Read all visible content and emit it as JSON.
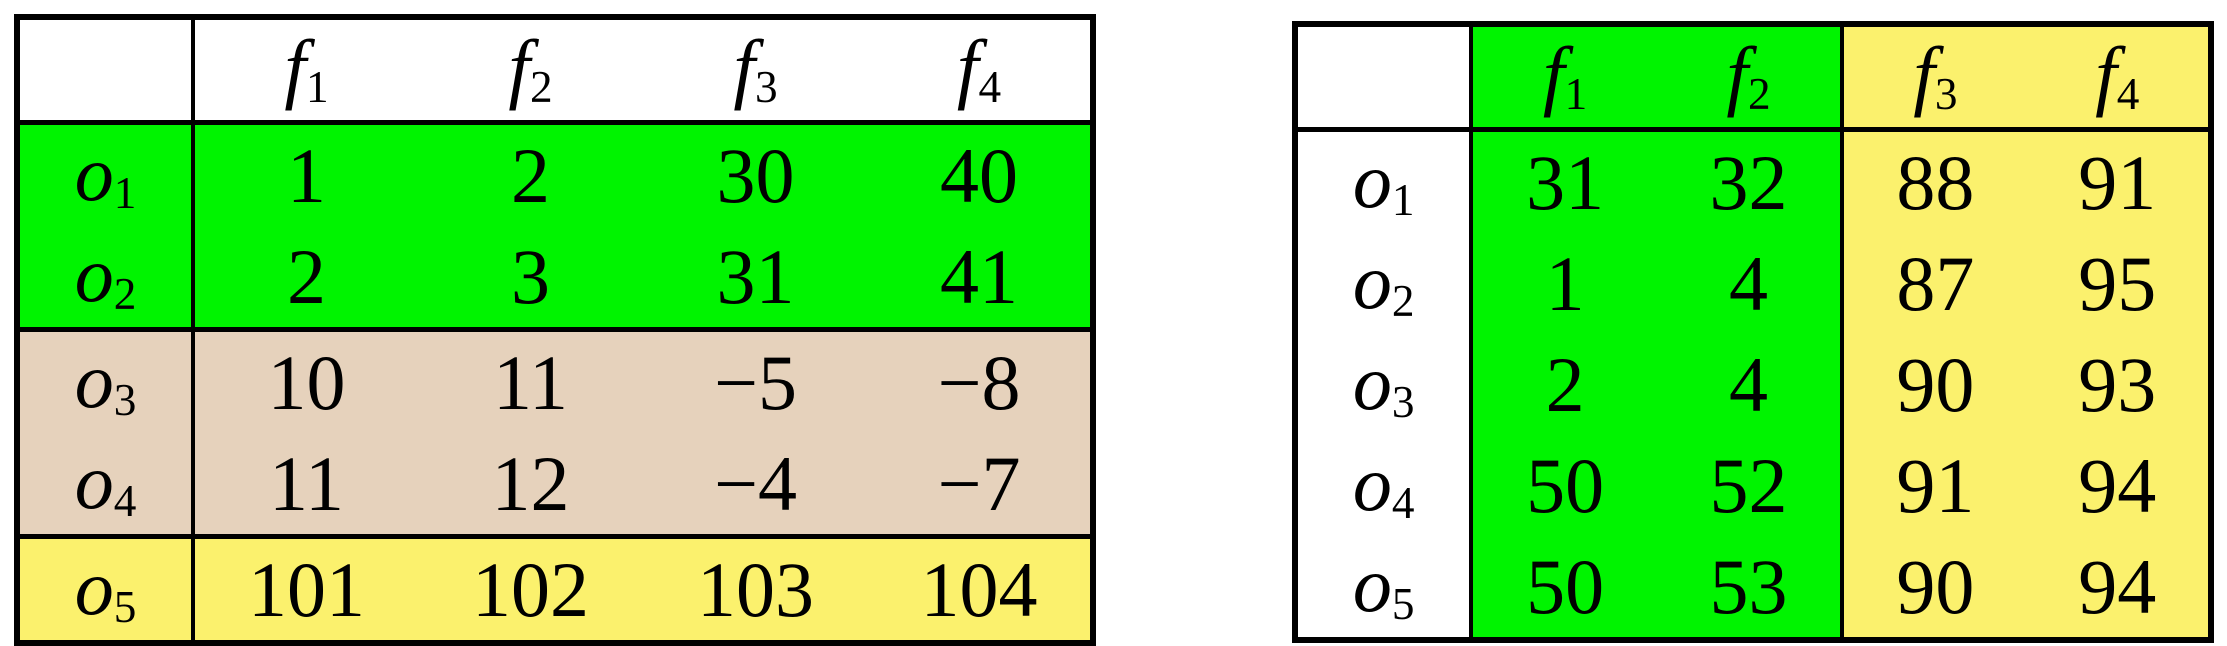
{
  "colors": {
    "green": "#00f400",
    "tan": "#e6d2bc",
    "yellow": "#fbf16d",
    "border": "#000000",
    "background": "#ffffff"
  },
  "left_table": {
    "corner_label": "",
    "col_headers": [
      {
        "base": "f",
        "sub": "1"
      },
      {
        "base": "f",
        "sub": "2"
      },
      {
        "base": "f",
        "sub": "3"
      },
      {
        "base": "f",
        "sub": "4"
      }
    ],
    "rows": [
      {
        "label": {
          "base": "o",
          "sub": "1"
        },
        "color": "green",
        "values": [
          "1",
          "2",
          "30",
          "40"
        ]
      },
      {
        "label": {
          "base": "o",
          "sub": "2"
        },
        "color": "green",
        "values": [
          "2",
          "3",
          "31",
          "41"
        ]
      },
      {
        "label": {
          "base": "o",
          "sub": "3"
        },
        "color": "tan",
        "values": [
          "10",
          "11",
          "−5",
          "−8"
        ]
      },
      {
        "label": {
          "base": "o",
          "sub": "4"
        },
        "color": "tan",
        "values": [
          "11",
          "12",
          "−4",
          "−7"
        ]
      },
      {
        "label": {
          "base": "o",
          "sub": "5"
        },
        "color": "yellow",
        "values": [
          "101",
          "102",
          "103",
          "104"
        ]
      }
    ]
  },
  "right_table": {
    "corner_label": "",
    "col_headers": [
      {
        "base": "f",
        "sub": "1",
        "group_color": "green"
      },
      {
        "base": "f",
        "sub": "2",
        "group_color": "green"
      },
      {
        "base": "f",
        "sub": "3",
        "group_color": "yellow"
      },
      {
        "base": "f",
        "sub": "4",
        "group_color": "yellow"
      }
    ],
    "rows": [
      {
        "label": {
          "base": "o",
          "sub": "1"
        },
        "values": [
          "31",
          "32",
          "88",
          "91"
        ]
      },
      {
        "label": {
          "base": "o",
          "sub": "2"
        },
        "values": [
          "1",
          "4",
          "87",
          "95"
        ]
      },
      {
        "label": {
          "base": "o",
          "sub": "3"
        },
        "values": [
          "2",
          "4",
          "90",
          "93"
        ]
      },
      {
        "label": {
          "base": "o",
          "sub": "4"
        },
        "values": [
          "50",
          "52",
          "91",
          "94"
        ]
      },
      {
        "label": {
          "base": "o",
          "sub": "5"
        },
        "values": [
          "50",
          "53",
          "90",
          "94"
        ]
      }
    ]
  }
}
